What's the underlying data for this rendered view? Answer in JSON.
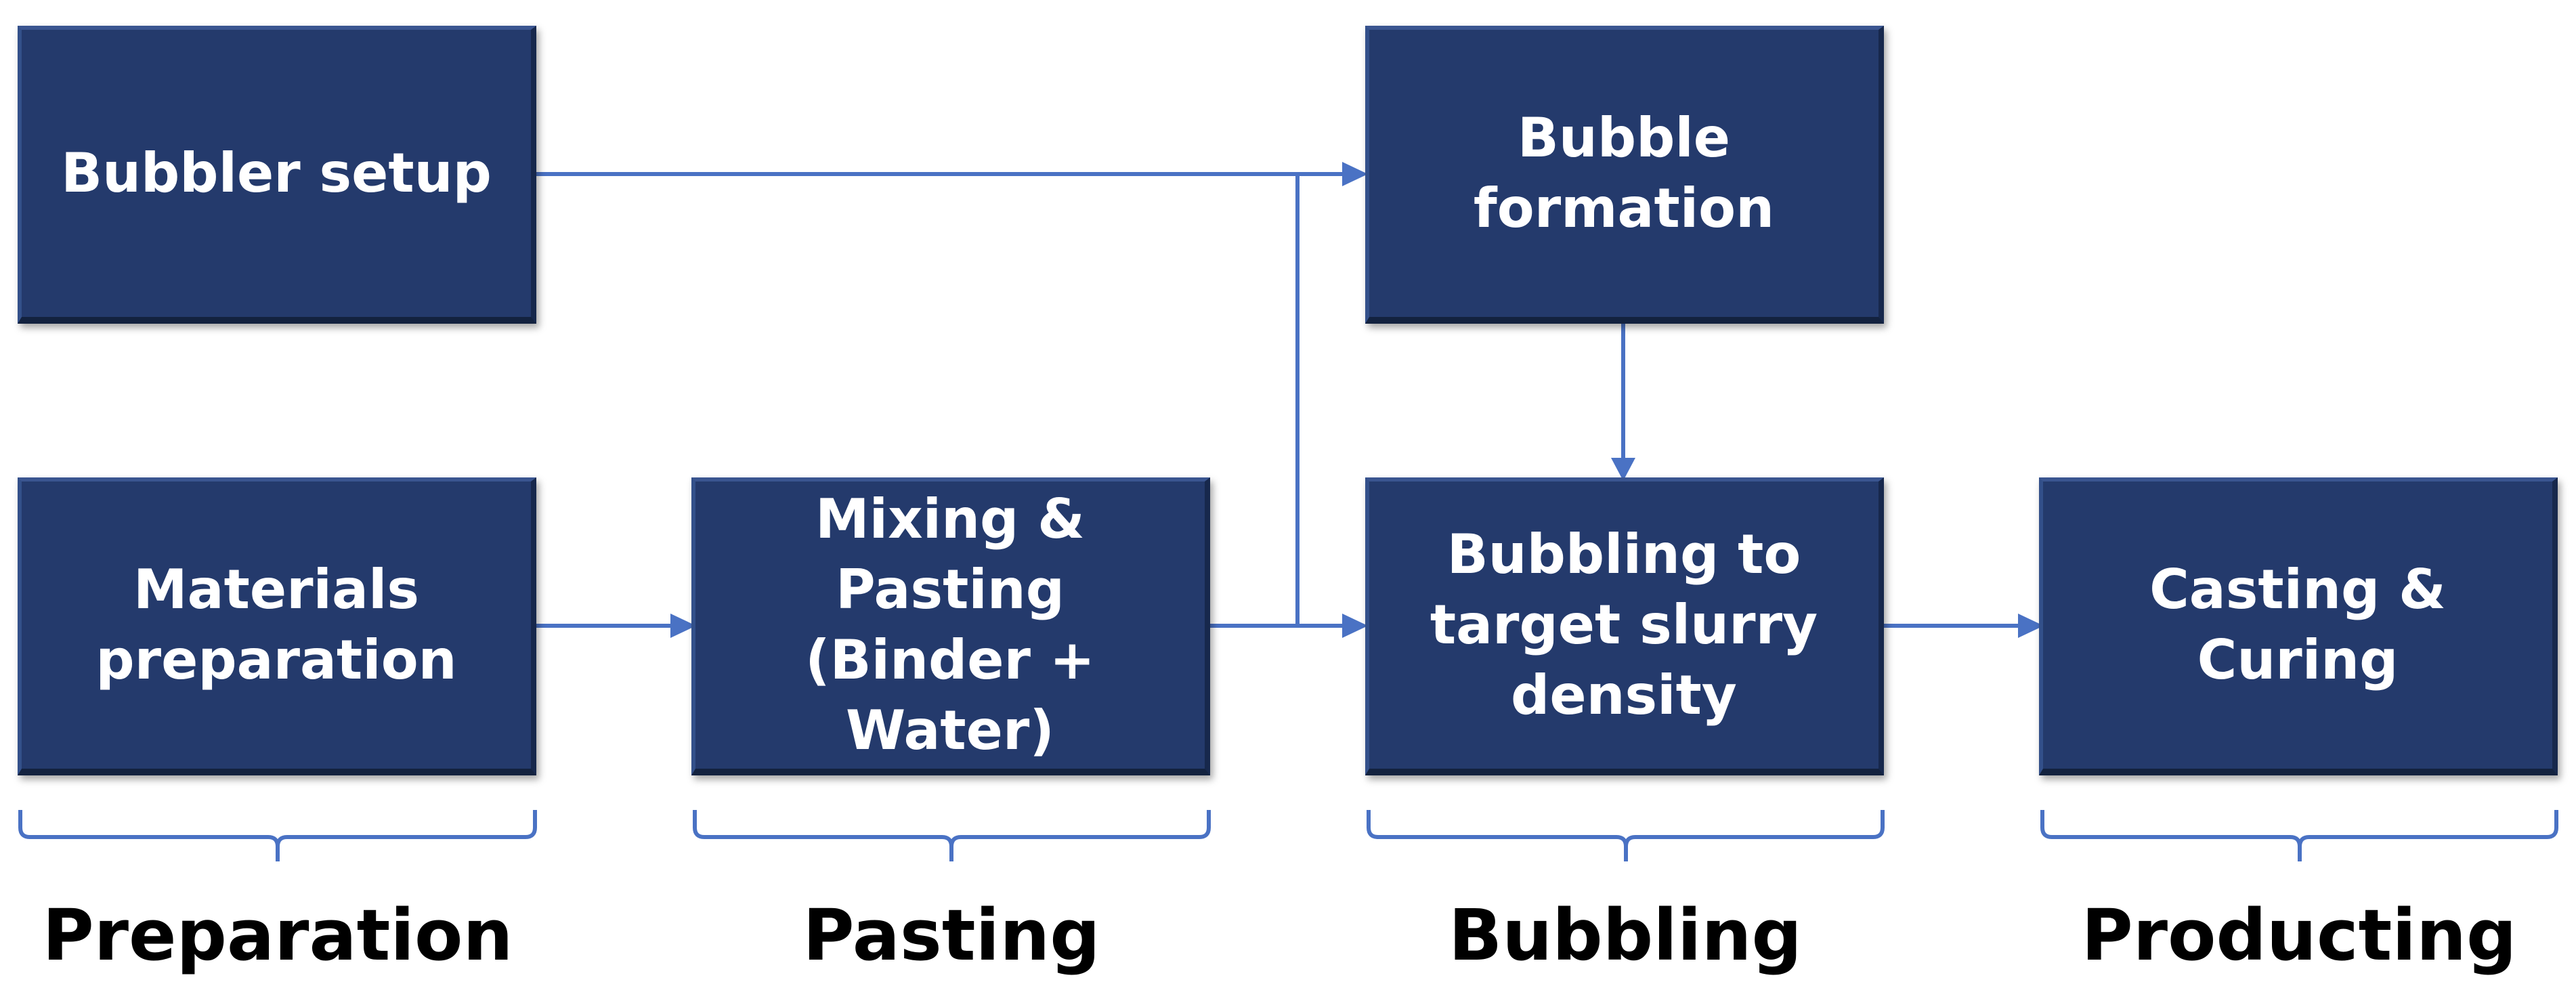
{
  "nodes": {
    "bubbler_setup": "Bubbler setup",
    "bubble_formation": "Bubble\nformation",
    "materials_preparation": "Materials\npreparation",
    "mixing_pasting": "Mixing &\nPasting\n(Binder + Water)",
    "bubbling_target": "Bubbling to\ntarget slurry\ndensity",
    "casting_curing": "Casting &\nCuring"
  },
  "stages": {
    "preparation": "Preparation",
    "pasting": "Pasting",
    "bubbling": "Bubbling",
    "producting": "Producting"
  },
  "colors": {
    "node_fill": "#243a6c",
    "connector": "#4a72c4",
    "stage_text": "#000000"
  }
}
